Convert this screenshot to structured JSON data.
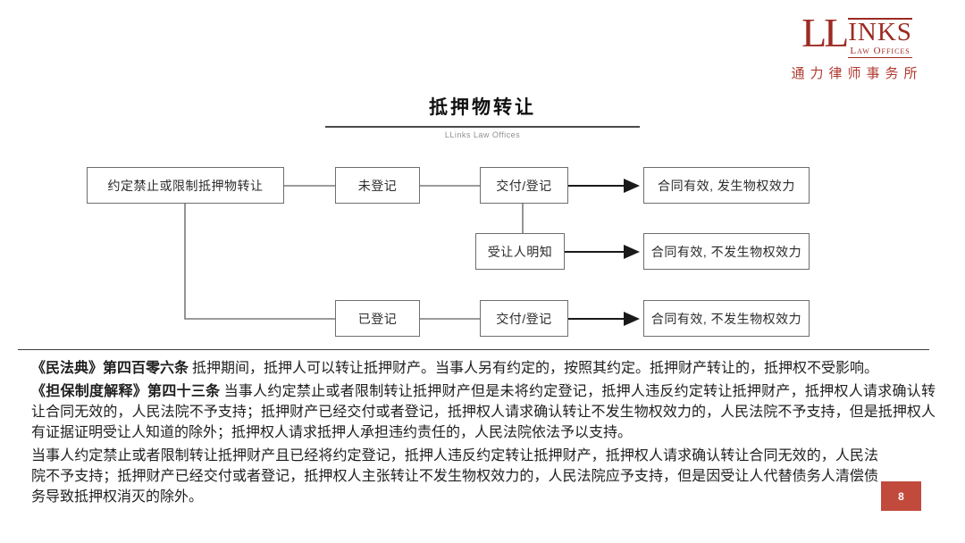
{
  "logo": {
    "ll": "LL",
    "inks": "INKS",
    "subtitle": "Law Offices",
    "chinese": "通力律师事务所"
  },
  "header": {
    "title": "抵押物转让",
    "watermark": "LLinks Law Offices"
  },
  "flowchart": {
    "root": "约定禁止或限制抵押物转让",
    "row1": {
      "cond": "未登记",
      "event": "交付/登记",
      "result": "合同有效, 发生物权效力"
    },
    "row2": {
      "cond": "受让人明知",
      "result": "合同有效, 不发生物权效力"
    },
    "row3": {
      "cond": "已登记",
      "event": "交付/登记",
      "result": "合同有效, 不发生物权效力"
    }
  },
  "notes": {
    "p1_ref": "《民法典》第四百零六条",
    "p1_text": "抵押期间，抵押人可以转让抵押财产。当事人另有约定的，按照其约定。抵押财产转让的，抵押权不受影响。",
    "p2_ref": "《担保制度解释》第四十三条",
    "p2_text": "当事人约定禁止或者限制转让抵押财产但是未将约定登记，抵押人违反约定转让抵押财产，抵押权人请求确认转让合同无效的，人民法院不予支持；抵押财产已经交付或者登记，抵押权人请求确认转让不发生物权效力的，人民法院不予支持，但是抵押权人有证据证明受让人知道的除外；抵押权人请求抵押人承担违约责任的，人民法院依法予以支持。",
    "p3_text": "当事人约定禁止或者限制转让抵押财产且已经将约定登记，抵押人违反约定转让抵押财产，抵押权人请求确认转让合同无效的，人民法院不予支持；抵押财产已经交付或者登记，抵押权人主张转让不发生物权效力的，人民法院应予支持，但是因受让人代替债务人清偿债务导致抵押权消灭的除外。"
  },
  "page": {
    "number": "8"
  },
  "colors": {
    "brand_red": "#9c2b23",
    "page_badge_red": "#c14a3c",
    "box_border_gray": "#6e6e6e",
    "connector_gray": "#7a7a7a",
    "arrow_black": "#1a1a1a"
  }
}
